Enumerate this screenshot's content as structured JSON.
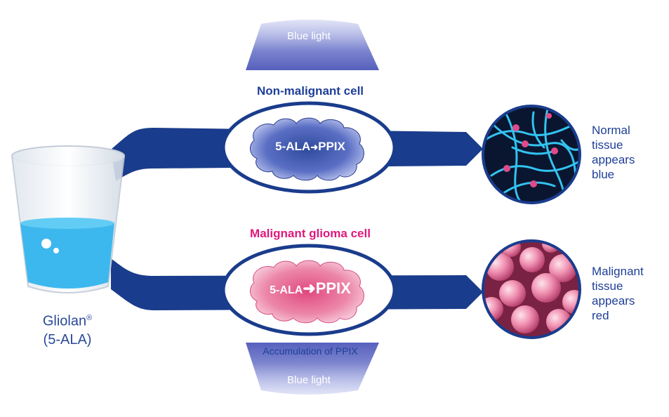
{
  "top_light": {
    "label": "Blue light"
  },
  "bottom_light": {
    "label": "Blue light",
    "note": "Accumulation of PPIX"
  },
  "non_malignant": {
    "title": "Non-malignant cell",
    "reaction": {
      "substrate": "5-ALA",
      "arrow": "➜",
      "product": "PPIX"
    },
    "result": [
      "Normal",
      "tissue",
      "appears",
      "blue"
    ],
    "color": "#1e3f98"
  },
  "malignant": {
    "title": "Malignant glioma cell",
    "reaction": {
      "substrate": "5-ALA",
      "arrow": "➜",
      "product": "PPIX"
    },
    "result": [
      "Malignant",
      "tissue",
      "appears",
      "red"
    ],
    "color": "#e0197d"
  },
  "drug": {
    "name": "Gliolan",
    "mark": "®",
    "subtitle": "(5-ALA)"
  },
  "colors": {
    "navy": "#1a3c8c",
    "cyan": "#33c3f0",
    "pink": "#e8769c",
    "water": "#3db8ee"
  }
}
